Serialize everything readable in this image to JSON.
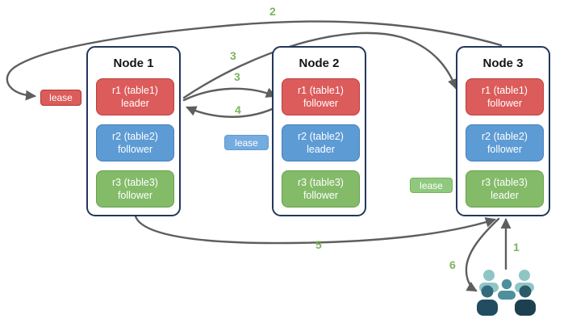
{
  "colors": {
    "red_fill": "#DC5B5B",
    "red_border": "#BA403D",
    "blue_fill": "#5D9BD4",
    "blue_border": "#4881BC",
    "green_fill": "#84BB69",
    "green_border": "#66A14B",
    "lease_red_fill": "#DC5B5B",
    "lease_blue_fill": "#74ACDF",
    "lease_green_fill": "#90C97E",
    "node_border": "#23365F",
    "arrow": "#5E5E5E",
    "step_number": "#7CB45E",
    "users_back": "#8EC6C5",
    "users_middle": "#4D8F9C",
    "users_front_left": "#2E6375",
    "users_front_right": "#27505F"
  },
  "nodes": [
    {
      "title": "Node 1",
      "replicas": [
        {
          "label": "r1 (table1)",
          "role": "leader",
          "color": "red"
        },
        {
          "label": "r2 (table2)",
          "role": "follower",
          "color": "blue"
        },
        {
          "label": "r3 (table3)",
          "role": "follower",
          "color": "green"
        }
      ]
    },
    {
      "title": "Node 2",
      "replicas": [
        {
          "label": "r1 (table1)",
          "role": "follower",
          "color": "red"
        },
        {
          "label": "r2 (table2)",
          "role": "leader",
          "color": "blue"
        },
        {
          "label": "r3 (table3)",
          "role": "follower",
          "color": "green"
        }
      ]
    },
    {
      "title": "Node 3",
      "replicas": [
        {
          "label": "r1 (table1)",
          "role": "follower",
          "color": "red"
        },
        {
          "label": "r2 (table2)",
          "role": "follower",
          "color": "blue"
        },
        {
          "label": "r3 (table3)",
          "role": "leader",
          "color": "green"
        }
      ]
    }
  ],
  "leases": [
    {
      "label": "lease",
      "color": "red"
    },
    {
      "label": "lease",
      "color": "blue"
    },
    {
      "label": "lease",
      "color": "green"
    }
  ],
  "steps": {
    "s1": "1",
    "s2": "2",
    "s3a": "3",
    "s3b": "3",
    "s4": "4",
    "s5": "5",
    "s6": "6"
  },
  "arrows": [
    {
      "step": "1",
      "from": "users",
      "to": "node3-bottom"
    },
    {
      "step": "2",
      "from": "node3-top",
      "to": "lease-red"
    },
    {
      "step": "3",
      "from": "node1-r1",
      "to": "node3-r1"
    },
    {
      "step": "3",
      "from": "node1-r1",
      "to": "node2-r1"
    },
    {
      "step": "4",
      "from": "node2-r1",
      "to": "node1-r1"
    },
    {
      "step": "5",
      "from": "node1-bottom",
      "to": "node3-bottom"
    },
    {
      "step": "6",
      "from": "node3-bottom",
      "to": "users"
    }
  ],
  "icons": {
    "users": "users-group-icon"
  }
}
